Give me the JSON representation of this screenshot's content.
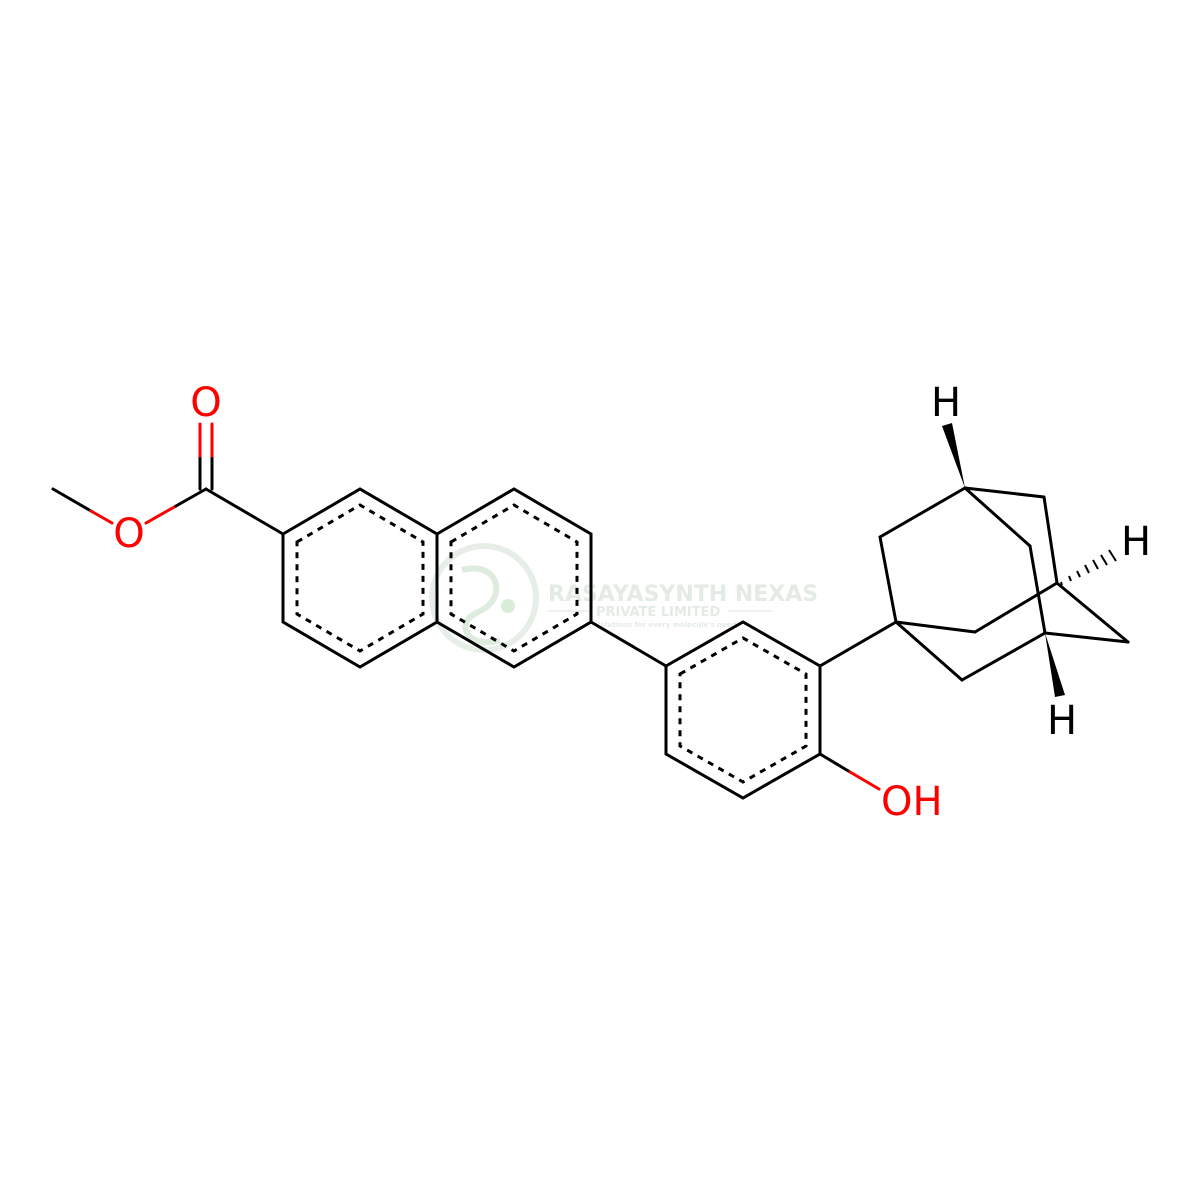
{
  "atoms": {
    "ester_carbonyl_o": "O",
    "ester_ether_o": "O",
    "hydroxyl": "OH",
    "h_top": "H",
    "h_right": "H",
    "h_bottom": "H"
  },
  "watermark": {
    "line1": "RASAYASYNTH NEXAS",
    "line2": "PRIVATE LIMITED",
    "line3": "solutions for every molecule's need"
  },
  "colors": {
    "bond": "#000000",
    "oxygen": "#ff0000",
    "watermark": "#dfe8e0"
  }
}
